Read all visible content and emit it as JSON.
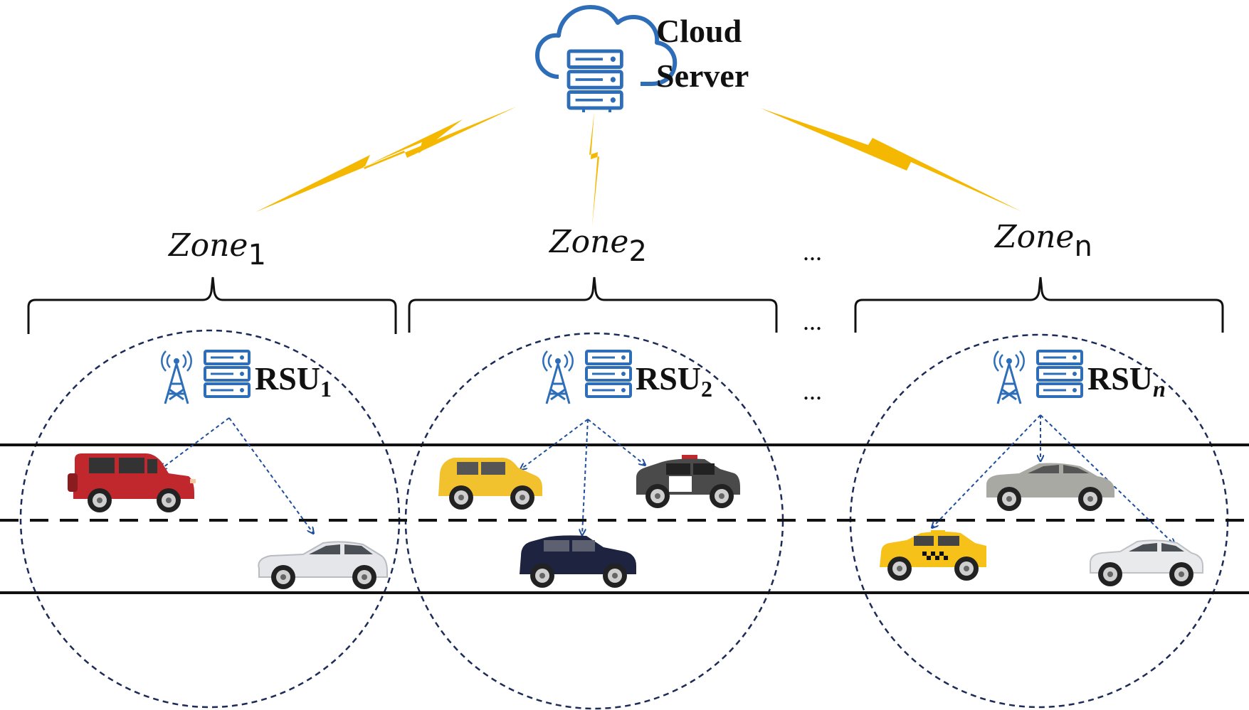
{
  "cloud": {
    "line1": "Cloud",
    "line2": "Server",
    "icon": "cloud-server-icon",
    "color": "#2E6DB8"
  },
  "link_color": "#F5B800",
  "zones": [
    {
      "name": "Zone",
      "sub": "1",
      "rsu": "RSU",
      "rsu_sub": "1"
    },
    {
      "name": "Zone",
      "sub": "2",
      "rsu": "RSU",
      "rsu_sub": "2"
    },
    {
      "name": "Zone",
      "sub": "n",
      "rsu": "RSU",
      "rsu_sub": "n"
    }
  ],
  "ellipsis": "...",
  "vehicles": [
    {
      "kind": "suv",
      "color": "#C0282D"
    },
    {
      "kind": "sedan",
      "color": "#E4E6EA"
    },
    {
      "kind": "hatchback",
      "color": "#F2C12E"
    },
    {
      "kind": "police",
      "color": "#4A4A4A"
    },
    {
      "kind": "suv",
      "color": "#1E2340"
    },
    {
      "kind": "sedan",
      "color": "#A9A9A4"
    },
    {
      "kind": "taxi",
      "color": "#F6C21A"
    },
    {
      "kind": "sedan",
      "color": "#E9EAEC"
    }
  ]
}
